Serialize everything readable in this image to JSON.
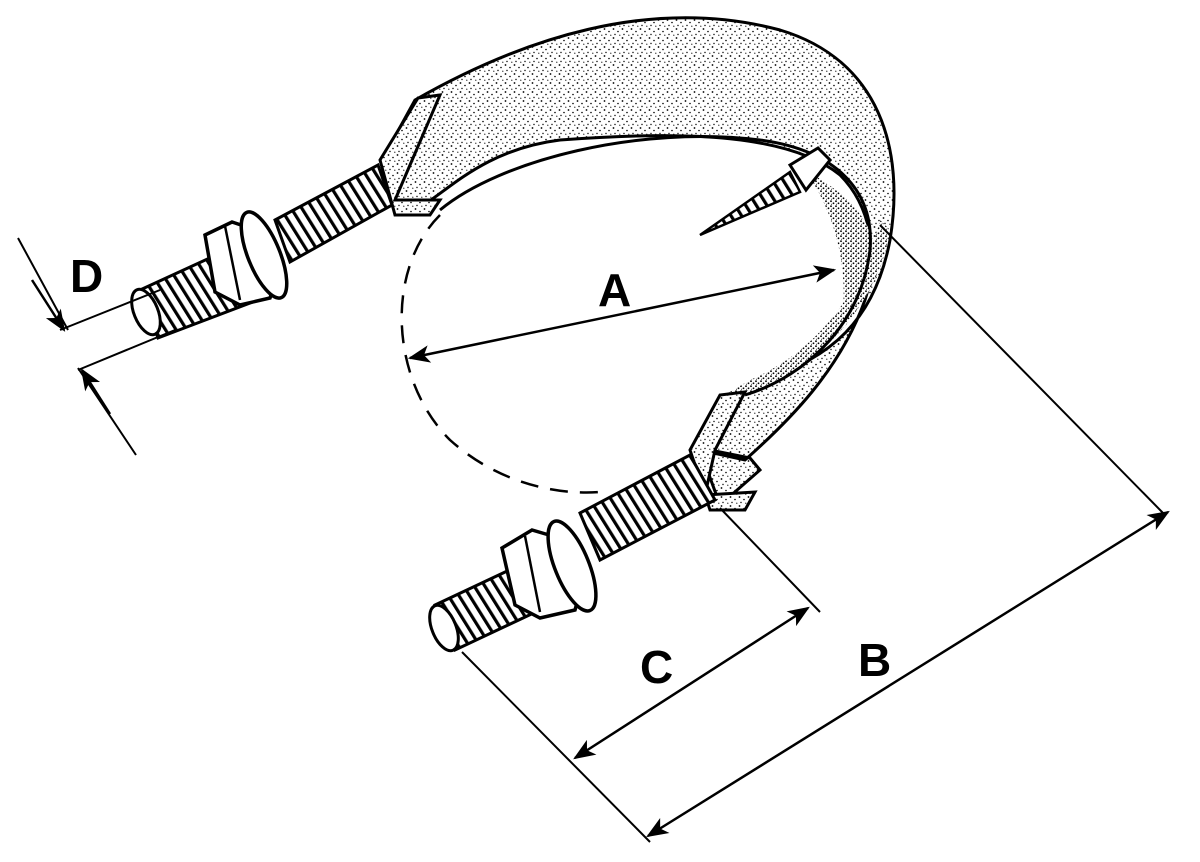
{
  "figure": {
    "subject_icon": "u-bolt-pipe-clamp-icon",
    "line_color": "#000000",
    "background_color": "#ffffff"
  },
  "dimensions": {
    "a": "A",
    "b": "B",
    "c": "C",
    "d": "D"
  }
}
